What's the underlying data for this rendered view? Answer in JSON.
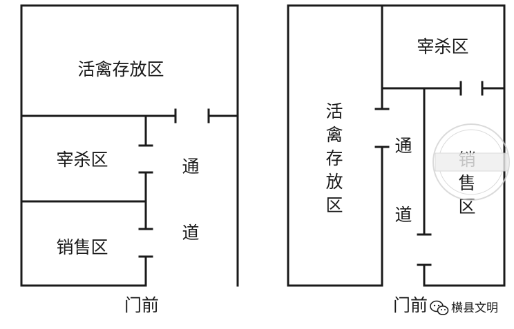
{
  "left_plan": {
    "live_poultry_storage": "活禽存放区",
    "slaughter_area": "宰杀区",
    "sales_area": "销售区",
    "passage_char_1": "通",
    "passage_char_2": "道",
    "entrance": "门前"
  },
  "right_plan": {
    "slaughter_area": "宰杀区",
    "live_poultry_storage_chars": [
      "活",
      "禽",
      "存",
      "放",
      "区"
    ],
    "passage_char_1": "通",
    "passage_char_2": "道",
    "sales_area_chars": [
      "销",
      "售",
      "区"
    ],
    "entrance": "门前"
  },
  "watermark": {
    "account_name": "横县文明",
    "icon": "wechat-icon"
  }
}
